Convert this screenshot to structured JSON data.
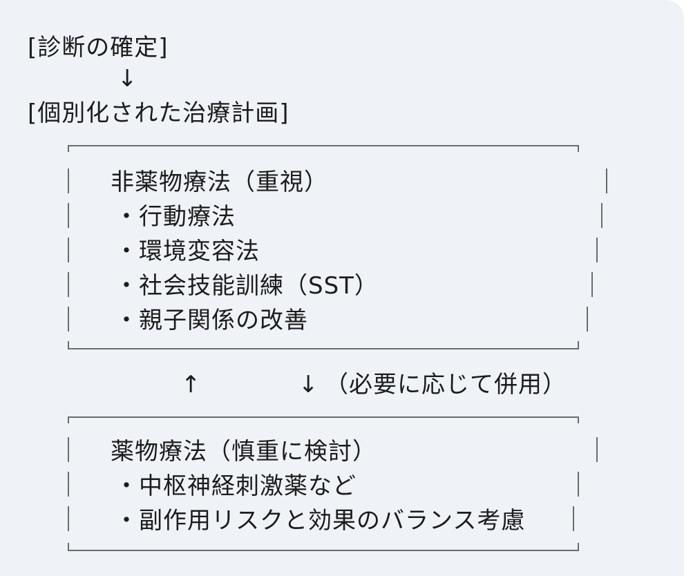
{
  "header": {
    "diagnosis": "[診断の確定]",
    "arrow_down": "↓",
    "plan": "[個別化された治療計画]"
  },
  "non_drug": {
    "title": "非薬物療法（重視）",
    "items": [
      "・行動療法",
      "・環境変容法",
      "・社会技能訓練（SST）",
      "・親子関係の改善"
    ]
  },
  "connector": {
    "up": "↑",
    "down": "↓",
    "note": "（必要に応じて併用）"
  },
  "drug": {
    "title": "薬物療法（慎重に検討）",
    "items": [
      "・中枢神経刺激薬など",
      "・副作用リスクと効果のバランス考慮"
    ]
  }
}
